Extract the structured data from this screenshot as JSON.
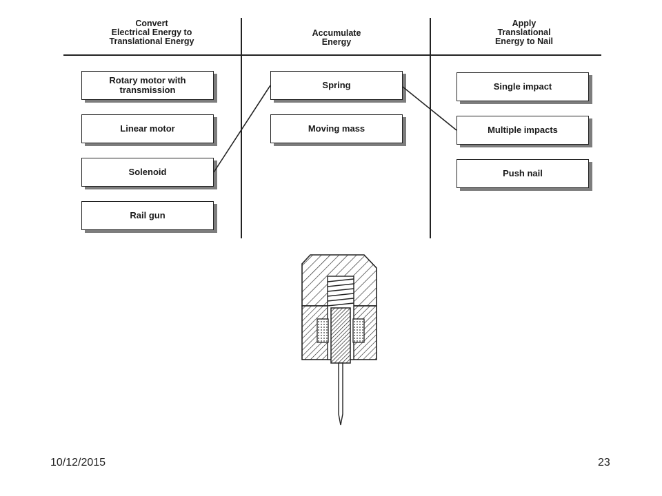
{
  "columns": [
    {
      "header": "Convert\nElectrical Energy to\nTranslational Energy",
      "options": [
        "Rotary motor with\ntransmission",
        "Linear motor",
        "Solenoid",
        "Rail gun"
      ]
    },
    {
      "header": "Accumulate\nEnergy",
      "options": [
        "Spring",
        "Moving mass"
      ]
    },
    {
      "header": "Apply\nTranslational\nEnergy to Nail",
      "options": [
        "Single impact",
        "Multiple impacts",
        "Push nail"
      ]
    }
  ],
  "footer": {
    "date": "10/12/2015",
    "page": "23"
  }
}
